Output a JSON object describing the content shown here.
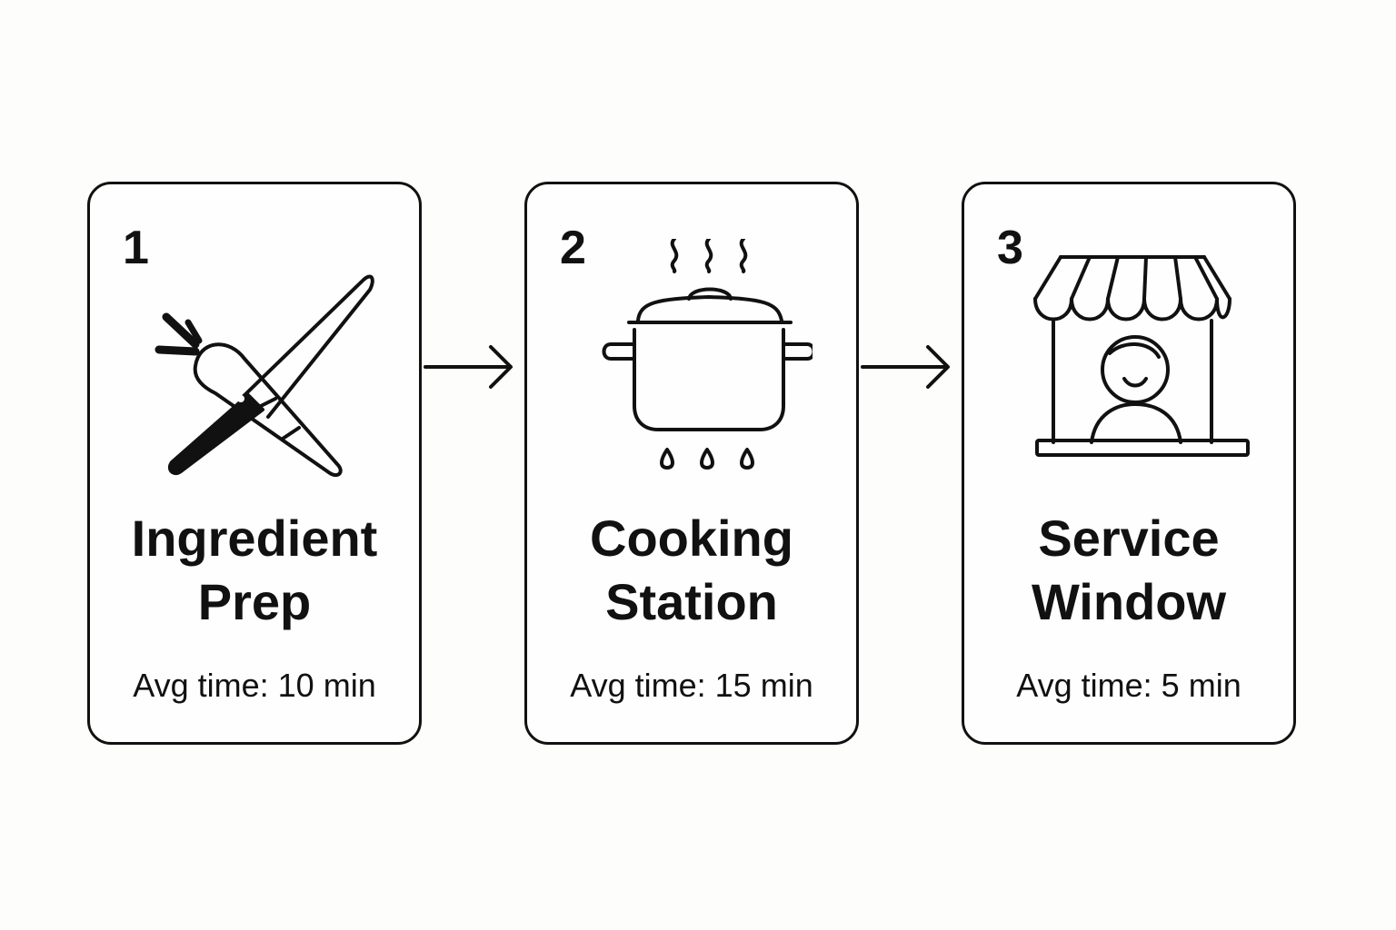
{
  "steps": [
    {
      "number": "1",
      "title_line1": "Ingredient",
      "title_line2": "Prep",
      "avg_time": "Avg time: 10 min",
      "icon": "knife-carrot-icon"
    },
    {
      "number": "2",
      "title_line1": "Cooking",
      "title_line2": "Station",
      "avg_time": "Avg time: 15 min",
      "icon": "steaming-pot-icon"
    },
    {
      "number": "3",
      "title_line1": "Service",
      "title_line2": "Window",
      "avg_time": "Avg time: 5 min",
      "icon": "service-window-icon"
    }
  ],
  "connectors": [
    {
      "icon": "arrow-right-icon"
    },
    {
      "icon": "arrow-right-icon"
    }
  ],
  "colors": {
    "stroke": "#111111",
    "background": "#fdfdfb"
  }
}
